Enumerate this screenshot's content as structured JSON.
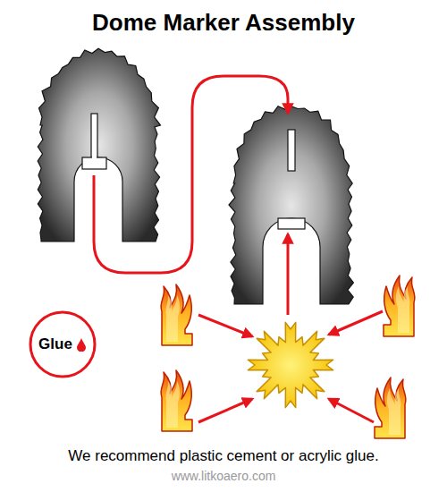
{
  "diagram": {
    "title": "Dome Marker Assembly",
    "caption": "We recommend plastic cement or acrylic glue.",
    "nodes": [
      {
        "text": [
          "Glue"
        ]
      }
    ],
    "labels": [
      "www.litkoaero.com"
    ]
  }
}
